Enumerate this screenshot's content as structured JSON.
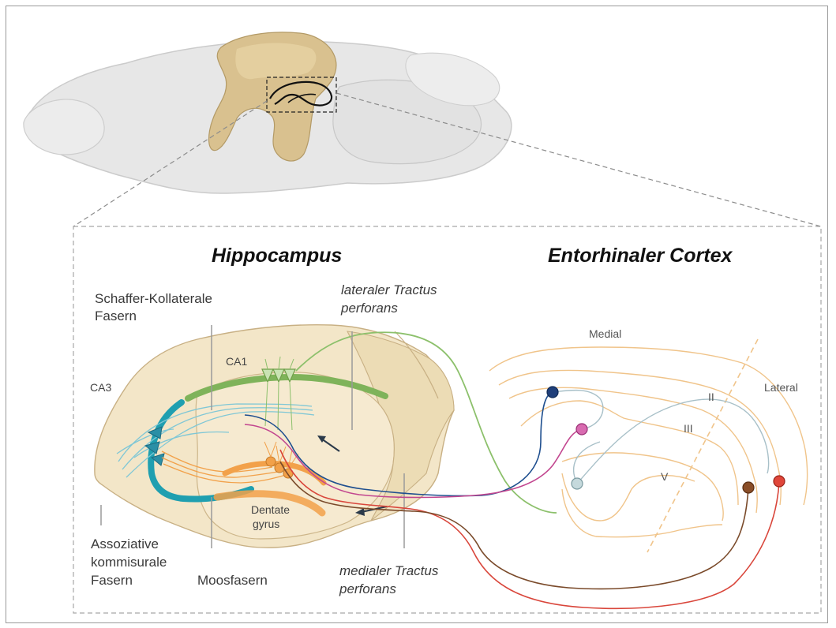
{
  "titles": {
    "hippocampus": "Hippocampus",
    "entorhinal": "Entorhinaler Cortex"
  },
  "labels": {
    "schaffer_line1": "Schaffer-Kollaterale",
    "schaffer_line2": "Fasern",
    "lpp_line1": "lateraler Tractus",
    "lpp_line2": "perforans",
    "mpp_line1": "medialer Tractus",
    "mpp_line2": "perforans",
    "assoc_line1": "Assoziative",
    "assoc_line2": "kommisurale",
    "assoc_line3": "Fasern",
    "mossy": "Moosfasern",
    "ca1": "CA1",
    "ca3": "CA3",
    "dentate_line1": "Dentate",
    "dentate_line2": "gyrus",
    "medial": "Medial",
    "lateral": "Lateral",
    "layer_ii": "II",
    "layer_iii": "III",
    "layer_v": "V"
  },
  "colors": {
    "hippocampus_fill": "#f3e6c8",
    "hippo_3d": "#d9c18f",
    "ca1_band": "#7fb35a",
    "ca3_band": "#1f9fb0",
    "dentate_band": "#f2a14a",
    "schaffer_fibers": "#7fc7d6",
    "mossy_fibers": "#f2a14a",
    "lpp": "#8cc06b",
    "mpp_blue": "#1f4f8f",
    "mpp_pink": "#c2468f",
    "red_pathway": "#d9463b",
    "brown_pathway": "#7a4a2a",
    "cortex_lines": "#f0c48a"
  }
}
